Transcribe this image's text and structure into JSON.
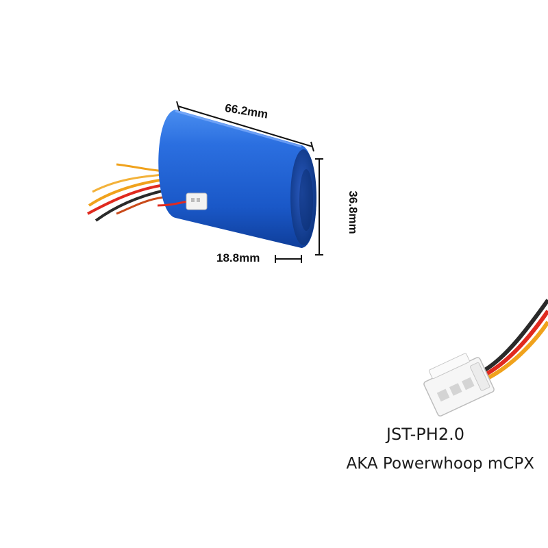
{
  "dimensions": {
    "length": "66.2mm",
    "height": "36.8mm",
    "width": "18.8mm"
  },
  "caption": {
    "line1": "JST-PH2.0",
    "line2": "AKA Powerwhoop  mCPX"
  },
  "colors": {
    "battery_blue": "#1a5fd0",
    "battery_end": "#0d3f9e",
    "wire_red": "#e02a1f",
    "wire_orange": "#f0a21c",
    "wire_black": "#2a2a2a",
    "connector": "#f4f4f4"
  }
}
